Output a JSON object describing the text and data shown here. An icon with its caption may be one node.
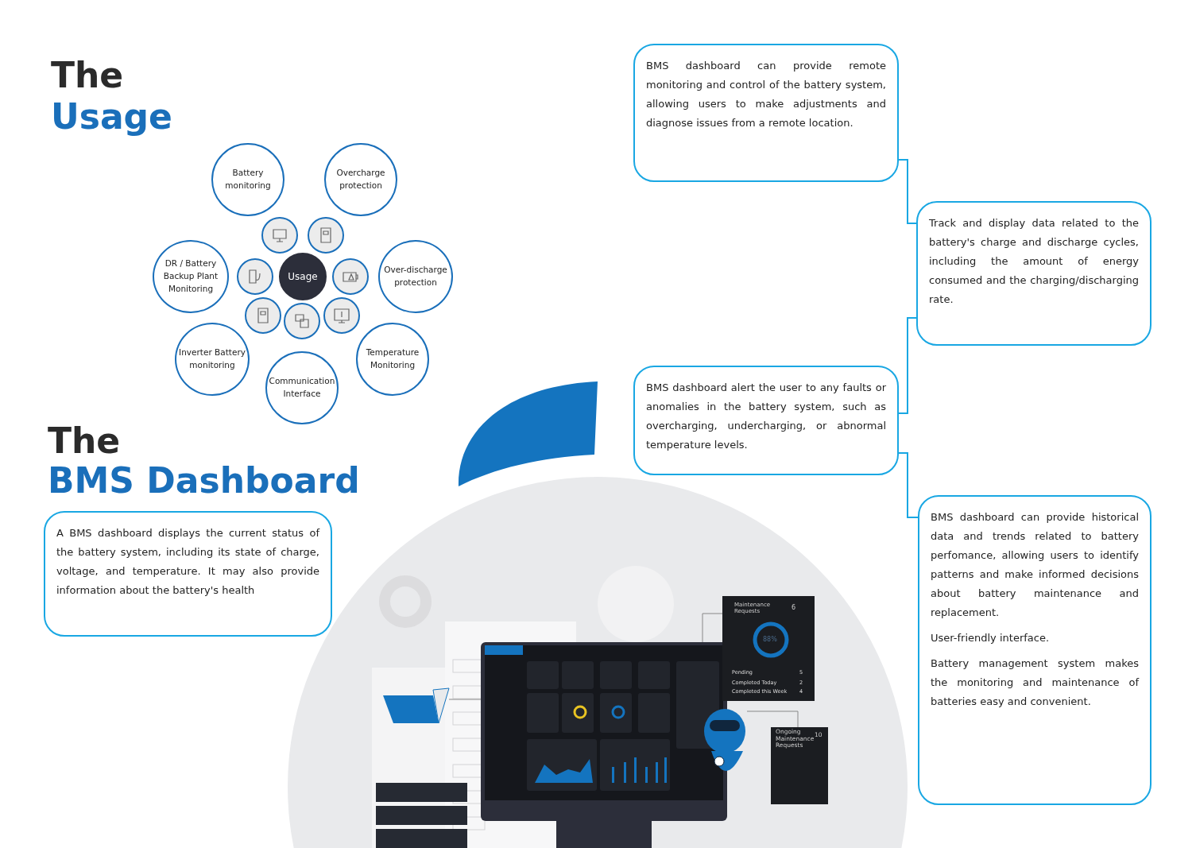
{
  "diagram": {
    "nodes": [
      {
        "text": [
          "Battery monitoring"
        ]
      },
      {
        "text": [
          "Overcharge protection"
        ]
      },
      {
        "text": [
          "DR / Battery Backup Plant Monitoring"
        ]
      },
      {
        "text": [
          "Usage"
        ]
      },
      {
        "text": [
          "Over-discharge protection"
        ]
      },
      {
        "text": [
          "Inverter Battery monitoring"
        ]
      },
      {
        "text": [
          "Communication Interface"
        ]
      },
      {
        "text": [
          "Temperature Monitoring"
        ]
      },
      {
        "text": [
          "A BMS dashboard displays the current status of the battery system, including its state of charge, voltage, and temperature. It may also provide information about the battery's health"
        ]
      },
      {
        "text": [
          "BMS dashboard can provide remote monitoring and control of the battery system, allowing users to make adjustments and diagnose issues from a remote location."
        ]
      },
      {
        "text": [
          "Track and display data related to the battery's charge and discharge cycles, including the amount of energy consumed and the charging/discharging rate."
        ]
      },
      {
        "text": [
          "BMS dashboard alert the user to any faults or anomalies in the battery system, such as overcharging, undercharging, or abnormal temperature levels."
        ]
      },
      {
        "text": [
          "BMS dashboard can provide historical data and trends related to battery perfomance, allowing users to identify patterns and make informed decisions about battery maintenance and replacement.",
          "User-friendly interface.",
          "Battery management system makes the monitoring and maintenance of batteries easy and convenient."
        ]
      }
    ],
    "edges": [
      {
        "from": 9,
        "to": 10,
        "arrow": "none"
      },
      {
        "from": 10,
        "to": 11,
        "arrow": "none"
      },
      {
        "from": 11,
        "to": 12,
        "arrow": "none"
      }
    ],
    "labels": [
      "The",
      "Usage",
      "The",
      "BMS Dashboard",
      "Maintenance Requests",
      "6",
      "88%",
      "Pending",
      "5",
      "Completed Today",
      "2",
      "Completed this Week",
      "4",
      "Ongoing Maintenance Requests",
      "10"
    ]
  }
}
